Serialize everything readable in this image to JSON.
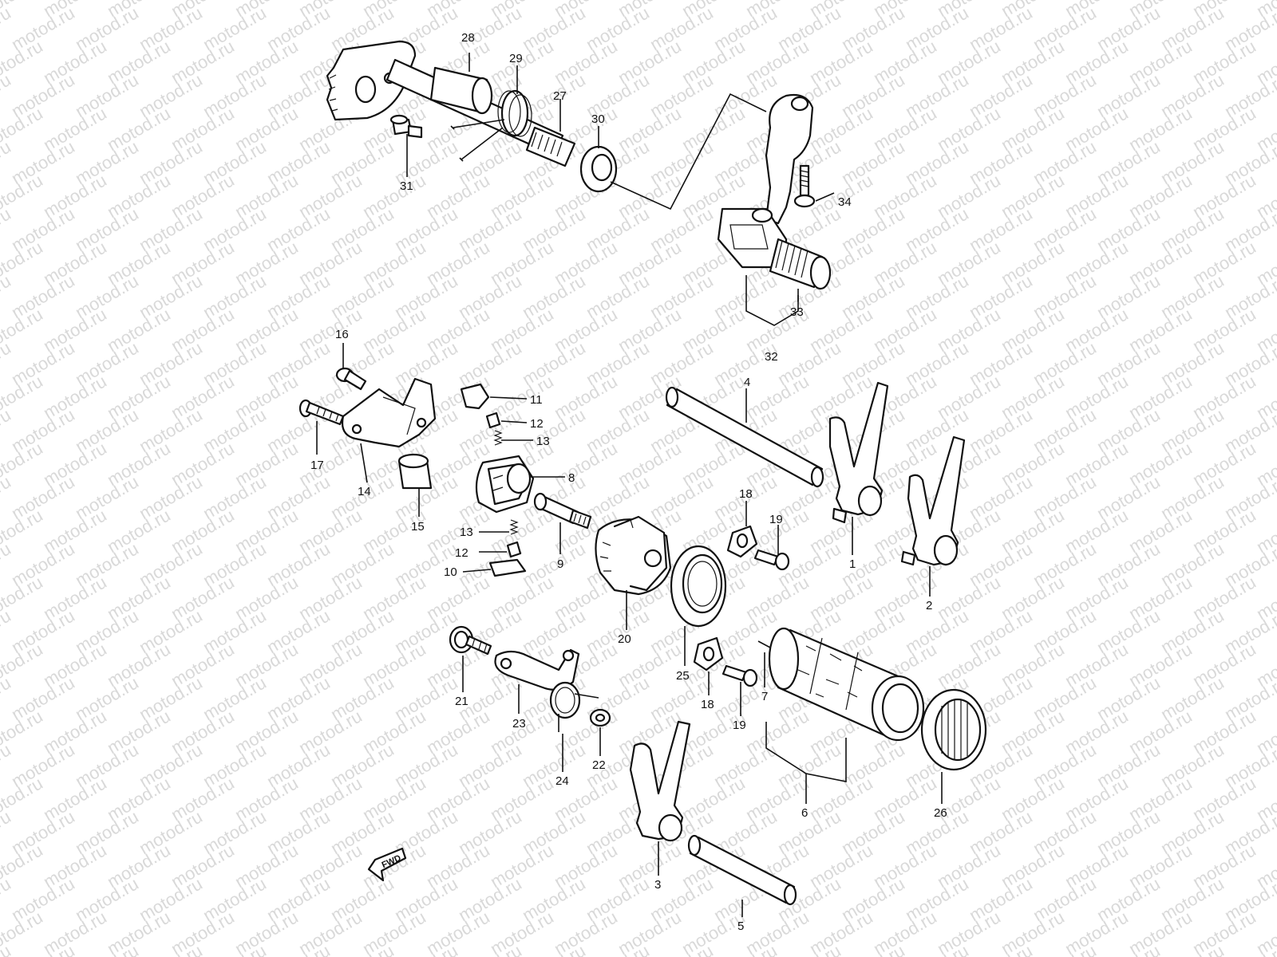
{
  "watermark_text": "motod.ru",
  "fwd_label": "FWD",
  "labels": {
    "p1": "1",
    "p2": "2",
    "p3": "3",
    "p4": "4",
    "p5": "5",
    "p6": "6",
    "p7": "7",
    "p8": "8",
    "p9": "9",
    "p10": "10",
    "p11": "11",
    "p12a": "12",
    "p12b": "12",
    "p13a": "13",
    "p13b": "13",
    "p14": "14",
    "p15": "15",
    "p16": "16",
    "p17": "17",
    "p18a": "18",
    "p18b": "18",
    "p19a": "19",
    "p19b": "19",
    "p20": "20",
    "p21": "21",
    "p22": "22",
    "p23": "23",
    "p24": "24",
    "p25": "25",
    "p26": "26",
    "p27": "27",
    "p28": "28",
    "p29": "29",
    "p30": "30",
    "p31": "31",
    "p32": "32",
    "p33": "33",
    "p34": "34"
  },
  "colors": {
    "ink": "#111111",
    "watermark": "#d9d9d9",
    "paper": "#ffffff"
  }
}
